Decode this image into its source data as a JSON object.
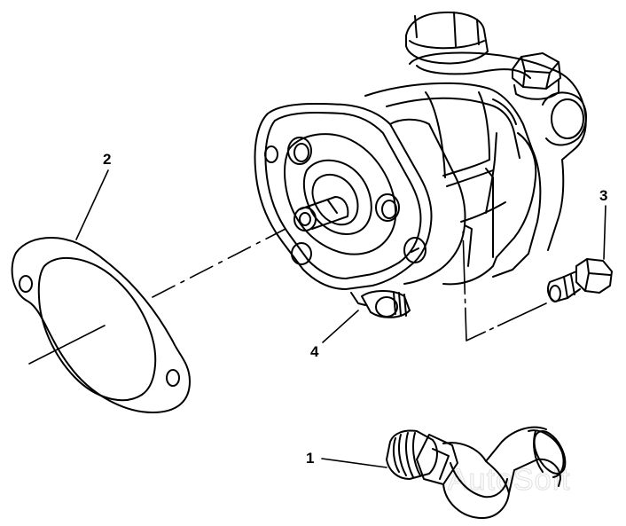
{
  "diagram": {
    "callouts": [
      {
        "id": "1",
        "label": "1"
      },
      {
        "id": "2",
        "label": "2"
      },
      {
        "id": "3",
        "label": "3"
      },
      {
        "id": "4",
        "label": "4"
      }
    ],
    "watermark": "AutoSoft",
    "colors": {
      "line": "#000000",
      "background": "#ffffff",
      "watermark": "#e4e4e4"
    }
  }
}
